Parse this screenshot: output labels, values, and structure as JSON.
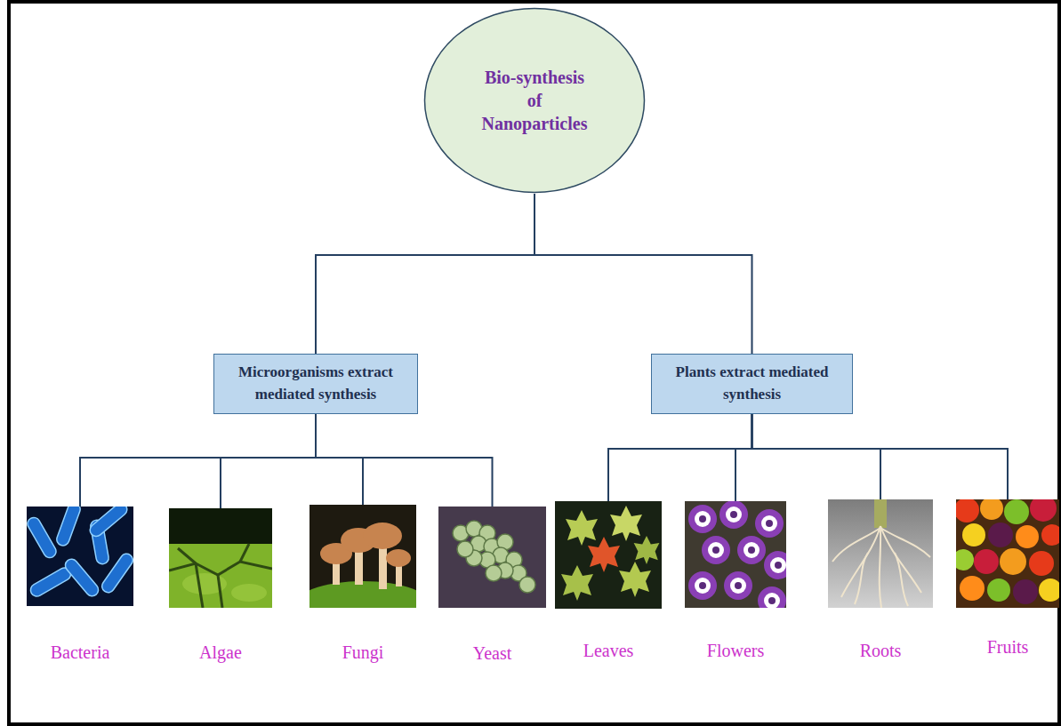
{
  "diagram": {
    "nodes": [
      {
        "text": [
          "Bio-synthesis of Nanoparticles"
        ]
      },
      {
        "text": [
          "Microorganisms extract mediated synthesis"
        ]
      },
      {
        "text": [
          "Plants extract mediated synthesis"
        ]
      },
      {
        "text": [
          "Bacteria"
        ]
      },
      {
        "text": [
          "Algae"
        ]
      },
      {
        "text": [
          "Fungi"
        ]
      },
      {
        "text": [
          "Yeast"
        ]
      },
      {
        "text": [
          "Leaves"
        ]
      },
      {
        "text": [
          "Flowers"
        ]
      },
      {
        "text": [
          "Roots"
        ]
      },
      {
        "text": [
          "Fruits"
        ]
      }
    ],
    "edges": [
      {
        "from": 0,
        "to": 1,
        "arrow": "none"
      },
      {
        "from": 0,
        "to": 2,
        "arrow": "none"
      },
      {
        "from": 1,
        "to": 3,
        "arrow": "none"
      },
      {
        "from": 1,
        "to": 4,
        "arrow": "none"
      },
      {
        "from": 1,
        "to": 5,
        "arrow": "none"
      },
      {
        "from": 1,
        "to": 6,
        "arrow": "none"
      },
      {
        "from": 2,
        "to": 7,
        "arrow": "none"
      },
      {
        "from": 2,
        "to": 8,
        "arrow": "none"
      },
      {
        "from": 2,
        "to": 9,
        "arrow": "none"
      },
      {
        "from": 2,
        "to": 10,
        "arrow": "none"
      }
    ]
  }
}
